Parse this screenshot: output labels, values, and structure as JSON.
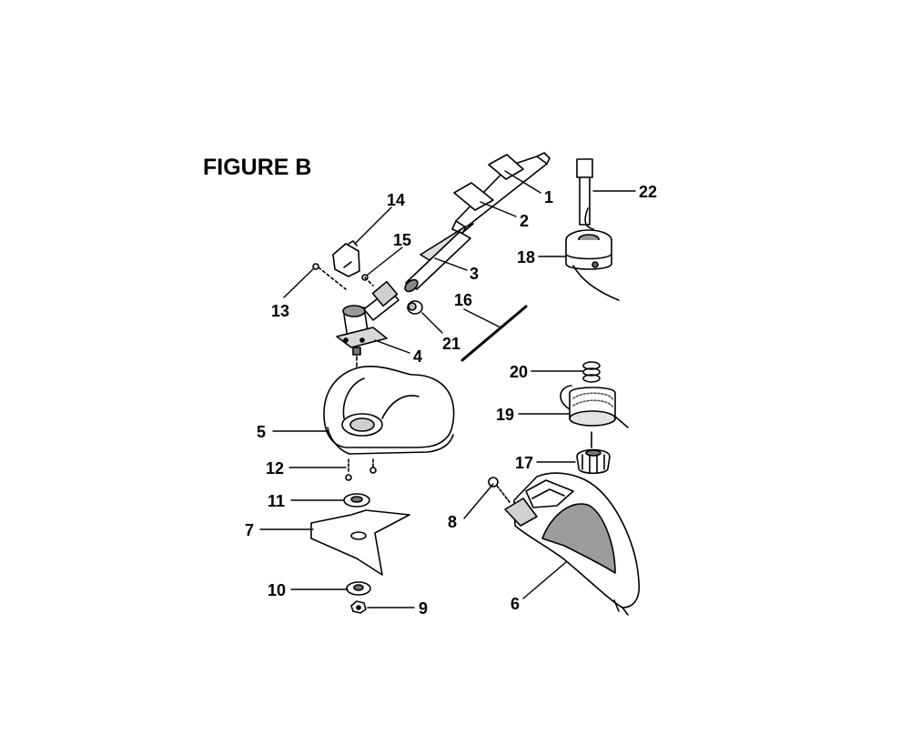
{
  "figure": {
    "title": "FIGURE B"
  },
  "callouts": [
    {
      "id": "c1",
      "label": "1"
    },
    {
      "id": "c2",
      "label": "2"
    },
    {
      "id": "c3",
      "label": "3"
    },
    {
      "id": "c4",
      "label": "4"
    },
    {
      "id": "c5",
      "label": "5"
    },
    {
      "id": "c6",
      "label": "6"
    },
    {
      "id": "c7",
      "label": "7"
    },
    {
      "id": "c8",
      "label": "8"
    },
    {
      "id": "c9",
      "label": "9"
    },
    {
      "id": "c10",
      "label": "10"
    },
    {
      "id": "c11",
      "label": "11"
    },
    {
      "id": "c12",
      "label": "12"
    },
    {
      "id": "c13",
      "label": "13"
    },
    {
      "id": "c14",
      "label": "14"
    },
    {
      "id": "c15",
      "label": "15"
    },
    {
      "id": "c16",
      "label": "16"
    },
    {
      "id": "c17",
      "label": "17"
    },
    {
      "id": "c18",
      "label": "18"
    },
    {
      "id": "c19",
      "label": "19"
    },
    {
      "id": "c20",
      "label": "20"
    },
    {
      "id": "c21",
      "label": "21"
    },
    {
      "id": "c22",
      "label": "22"
    }
  ],
  "colors": {
    "background": "#ffffff",
    "ink": "#000000",
    "shade": "#bdbdbd",
    "dark_shade": "#6e6e6e"
  }
}
